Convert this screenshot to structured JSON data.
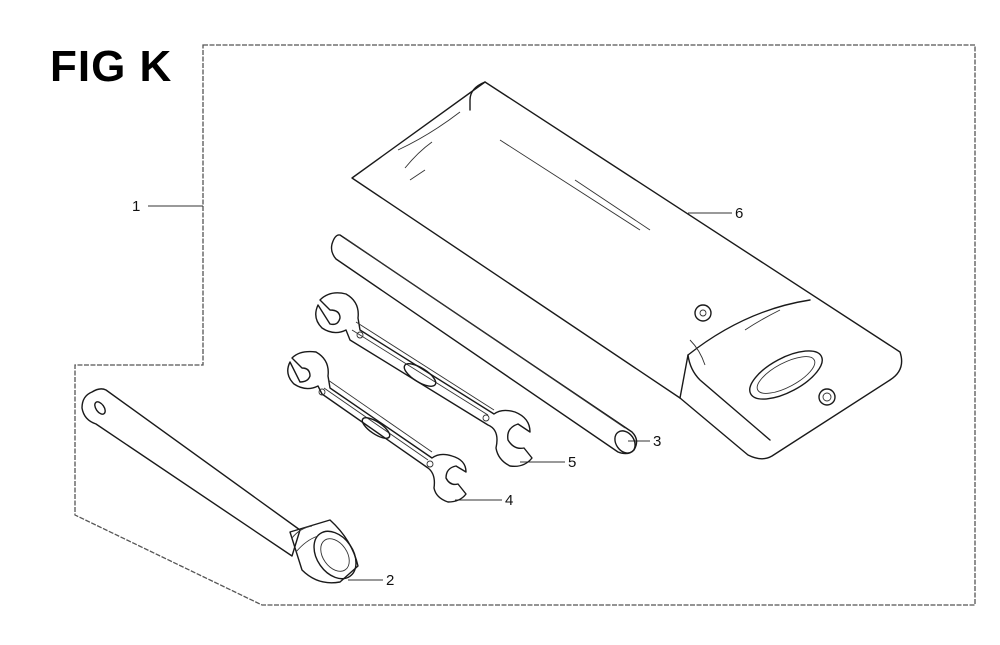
{
  "figure": {
    "title": "FIG K"
  },
  "parts": [
    {
      "number": "1",
      "icon": "tool-kit-assembly-icon"
    },
    {
      "number": "2",
      "icon": "spark-plug-wrench-icon"
    },
    {
      "number": "3",
      "icon": "handle-bar-icon"
    },
    {
      "number": "4",
      "icon": "open-end-wrench-small-icon"
    },
    {
      "number": "5",
      "icon": "open-end-wrench-large-icon"
    },
    {
      "number": "6",
      "icon": "tool-bag-icon"
    }
  ]
}
